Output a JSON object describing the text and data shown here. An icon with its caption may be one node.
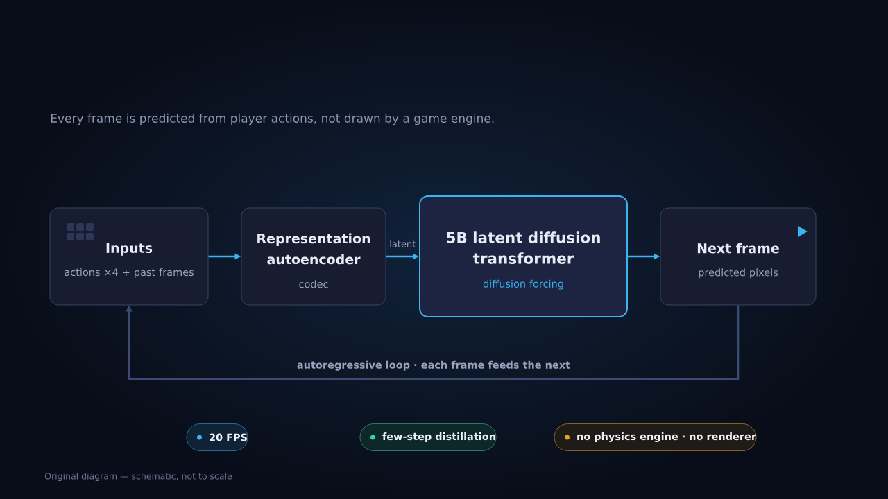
{
  "diagram": {
    "nodes": [
      {
        "text": [
          "Inputs",
          "actions ×4 + past frames"
        ]
      },
      {
        "text": [
          "Representation autoencoder",
          "codec"
        ]
      },
      {
        "text": [
          "5B latent diffusion transformer",
          "diffusion forcing"
        ]
      },
      {
        "text": [
          "Next frame",
          "predicted pixels"
        ]
      },
      {
        "text": [
          "20 FPS"
        ]
      },
      {
        "text": [
          "few-step distillation"
        ]
      },
      {
        "text": [
          "no physics engine · no renderer"
        ]
      }
    ],
    "edges": [
      {
        "from": 0,
        "to": 1,
        "arrow": "to"
      },
      {
        "from": 1,
        "to": 2,
        "arrow": "to",
        "label": "latent"
      },
      {
        "from": 2,
        "to": 3,
        "arrow": "to"
      },
      {
        "from": 3,
        "to": 0,
        "arrow": "to",
        "label": "autoregressive loop · each frame feeds the next",
        "color": "#3d4a72"
      }
    ],
    "labels": [
      "Every frame is predicted from player actions, not drawn by a game engine.",
      "Original diagram — schematic, not to scale"
    ]
  }
}
